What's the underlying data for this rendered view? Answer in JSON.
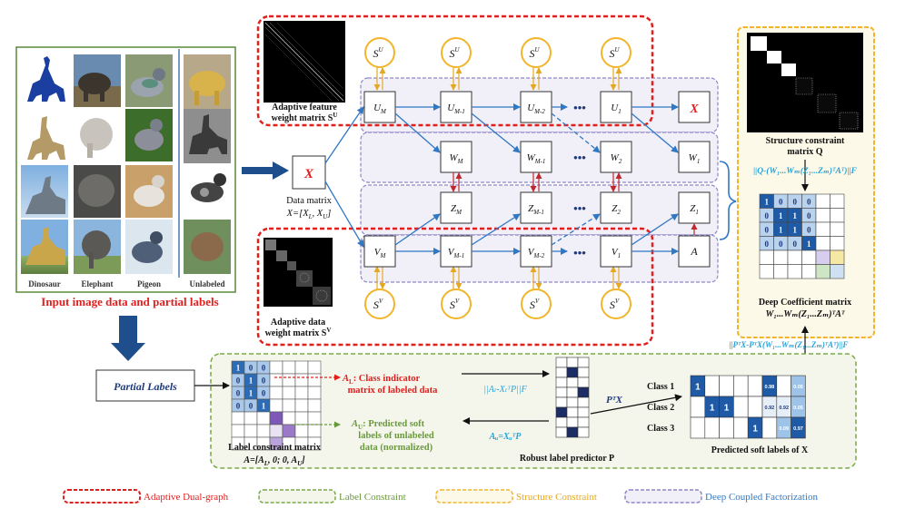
{
  "input_panel": {
    "categories": [
      "Dinosaur",
      "Elephant",
      "Pigeon",
      "Unlabeled"
    ],
    "caption": "Input image data and partial labels"
  },
  "data_matrix": {
    "symbol": "X",
    "label_line1": "Data matrix",
    "label_line2": "X=[X",
    "sub_L": "L",
    "sep": ", X",
    "sub_U": "U",
    "close": "]"
  },
  "adaptive_feature": {
    "line1": "Adaptive feature",
    "line2": "weight matrix S",
    "sup": "U"
  },
  "adaptive_data": {
    "line1": "Adaptive data",
    "line2": "weight matrix S",
    "sup": "V"
  },
  "nodes": {
    "su": "S",
    "su_sup": "U",
    "sv": "S",
    "sv_sup": "V",
    "U": [
      "U",
      "U",
      "U",
      "U"
    ],
    "U_sub": [
      "M",
      "M-1",
      "M-2",
      "1"
    ],
    "W": [
      "W",
      "W",
      "W",
      "W"
    ],
    "W_sub": [
      "M",
      "M-1",
      "2",
      "1"
    ],
    "Z": [
      "Z",
      "Z",
      "Z",
      "Z"
    ],
    "Z_sub": [
      "M",
      "M-1",
      "2",
      "1"
    ],
    "V": [
      "V",
      "V",
      "V",
      "V"
    ],
    "V_sub": [
      "M",
      "M-1",
      "M-2",
      "1"
    ],
    "X_out": "X",
    "A_out": "A",
    "dots": "•••"
  },
  "structure": {
    "caption_line1": "Structure constraint",
    "caption_line2": "matrix Q",
    "formula": "||Q-(W₁...Wₘ(Z₁...Zₘ)ᵀAᵀ)||F",
    "coef_matrix_rows": [
      [
        "1",
        "0",
        "0",
        "0"
      ],
      [
        "0",
        "1",
        "1",
        "0"
      ],
      [
        "0",
        "1",
        "1",
        "0"
      ],
      [
        "0",
        "0",
        "0",
        "1"
      ]
    ],
    "coef_caption_line1": "Deep Coefficient matrix",
    "coef_caption_line2": "W₁...Wₘ(Z₁...Zₘ)ᵀAᵀ",
    "link_formula": "||PᵀX-PᵀX(W₁...Wₘ(Z₁...Zₘ)ᵀAᵀ)||F"
  },
  "label_section": {
    "partial_labels": "Partial Labels",
    "label_matrix_rows": [
      [
        "1",
        "0",
        "0"
      ],
      [
        "0",
        "1",
        "0"
      ],
      [
        "0",
        "1",
        "0"
      ],
      [
        "0",
        "0",
        "1"
      ]
    ],
    "AL_title": "A",
    "AL_sub": "L",
    "AL_desc1": ": Class indicator",
    "AL_desc2": "matrix of labeled data",
    "AU_title": "A",
    "AU_sub": "U",
    "AU_desc1": ": Predicted soft",
    "AU_desc2": "labels of unlabeled",
    "AU_desc3": "data (normalized)",
    "lcm_line1": "Label constraint matrix",
    "lcm_line2": "A=[A",
    "lcm_mid": ", 0; 0, A",
    "lcm_end": "]",
    "formula_top": "||Aₗ-XₗᵀP||F",
    "formula_bottom": "Aᵤ=XᵤᵀP",
    "predictor": "Robust label predictor P",
    "ptx": "PᵀX",
    "classes": [
      "Class 1",
      "Class 2",
      "Class 3"
    ],
    "soft_values": {
      "r1": [
        "1",
        "0.98",
        "0.05"
      ],
      "r2": [
        "1",
        "1",
        "0.92",
        "0.92",
        "0.05"
      ],
      "r3": [
        "1",
        "0.09",
        "0.97"
      ]
    },
    "soft_caption": "Predicted soft labels of X"
  },
  "legend": [
    {
      "label": "Adaptive Dual-graph",
      "color": "#e0201e"
    },
    {
      "label": "Label Constraint",
      "color": "#7aa84a"
    },
    {
      "label": "Structure Constraint",
      "color": "#f2b52a"
    },
    {
      "label": "Deep Coupled Factorization",
      "color": "#8f86c8"
    }
  ],
  "colors": {
    "red": "#e0201e",
    "green": "#7aa84a",
    "yellow": "#f2b52a",
    "purple": "#8f86c8",
    "blue_arrow": "#2f78c4",
    "dark_blue": "#1f4e8c",
    "cyan_text": "#29a3d8",
    "red_text": "#e0201e"
  }
}
